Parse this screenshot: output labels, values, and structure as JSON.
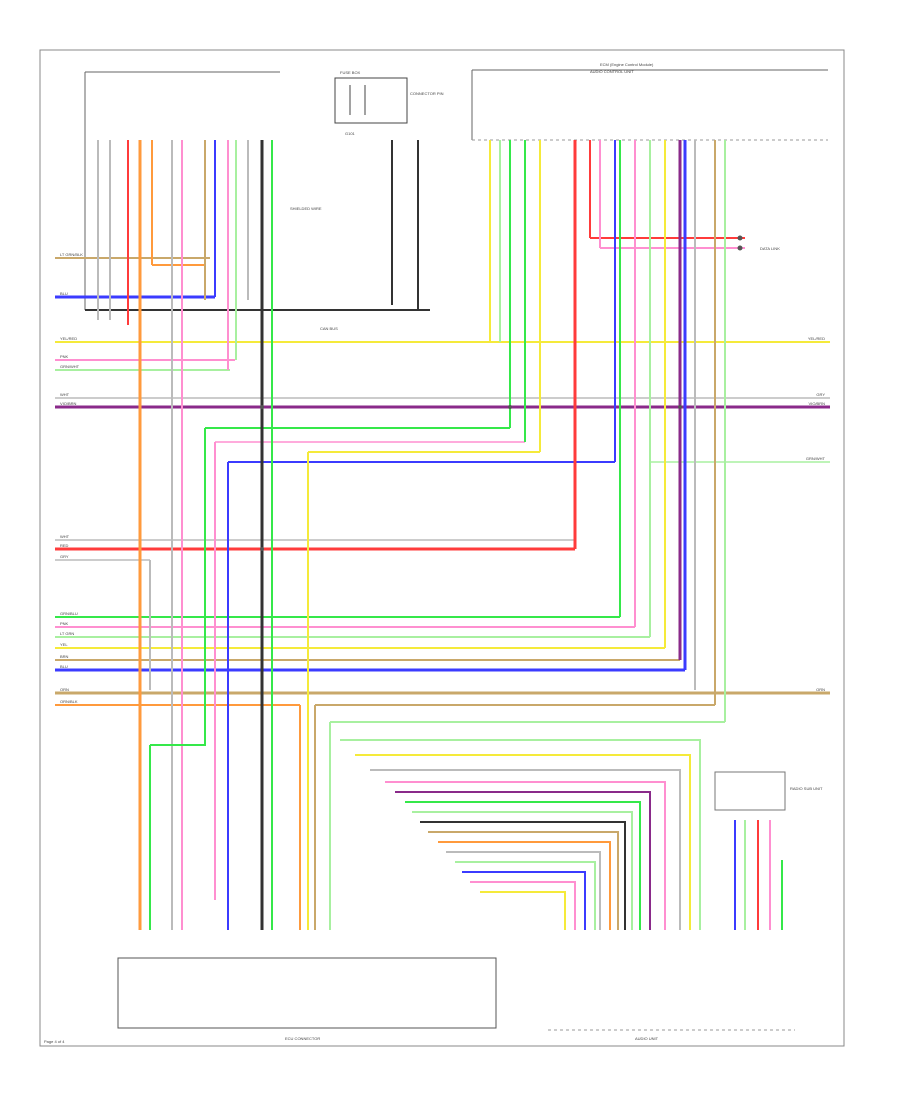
{
  "labels": {
    "ecm_title": "ECM (Engine Control Module)",
    "audio_title": "AUDIO CONTROL UNIT",
    "fuse_block": "FUSE BOX",
    "ground": "G101",
    "left_bottom_connector": "ECU CONNECTOR",
    "right_bottom_connector": "AUDIO UNIT",
    "bus_label": "CAN BUS",
    "page_ref": "Page 4 of 4"
  },
  "side_labels": {
    "left": [
      "LT GRN/BLK",
      "BLU",
      "YEL/RED",
      "PNK",
      "GRN/WHT",
      "WHT",
      "VIO/BRN",
      "WHT",
      "RED",
      "GRY",
      "GRN/BLU",
      "PNK",
      "LT GRN",
      "YEL",
      "BRN",
      "BLU",
      "ORN",
      "ORN/BLK"
    ],
    "right": [
      "YEL/RED",
      "GRY",
      "VIO/BRN",
      "GRN/WHT",
      "ORN"
    ]
  },
  "notes": {
    "top_left": "SHIELDED WIRE",
    "top_mid": "CONNECTOR PIN",
    "top_right": "DATA LINK",
    "bottom_right": "RADIO SUB UNIT"
  },
  "colors": {
    "red": "#ff3b3b",
    "orange": "#ff9a3c",
    "yellow": "#f5ea3a",
    "green": "#35e84a",
    "blue": "#3b3bff",
    "violet": "#8a2a8a",
    "pink": "#ff8fd0",
    "gray": "#9a9a9a",
    "tan": "#c9a86a",
    "black": "#333333",
    "light_green": "#a8f0a0"
  }
}
